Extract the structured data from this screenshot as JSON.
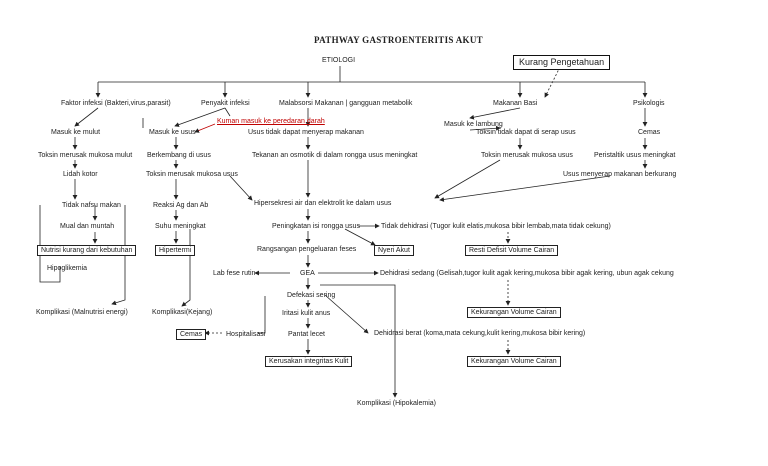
{
  "diagram": {
    "title": "PATHWAY GASTROENTERITIS AKUT",
    "etiologi": "ETIOLOGI",
    "kurang_pengetahuan": "Kurang Pengetahuan",
    "faktor_infeksi": "Faktor infeksi (Bakteri,virus,parasit)",
    "penyakit_infeksi": "Penyakit infeksi",
    "malabsorsi": "Malabsorsi Makanan | gangguan metabolik",
    "makanan_basi": "Makanan Basi",
    "psikologis": "Psikologis",
    "masuk_ke_mulut": "Masuk ke mulut",
    "kuman_masuk": "Kuman masuk ke peredaran darah",
    "masuk_ke_usus": "Masuk ke usus",
    "usus_tidak_dapat": "Usus tidak dapat menyerap makanan",
    "masuk_ke_lambung": "Masuk ke lambung",
    "toksin_tidak_diserap": "Toksin tidak dapat di serap usus",
    "cemas_psiko": "Cemas",
    "toksin_mulut": "Toksin merusak mukosa mulut",
    "berkembang": "Berkembang di usus",
    "tekanan_osmotik": "Tekanan an osmotik di dalam rongga usus meningkat",
    "toksin_mukosa_usus_right": "Toksin merusak mukosa usus",
    "peristaltik": "Peristaltik usus meningkat",
    "lidah_kotor": "Lidah kotor",
    "toksin_mukosa_usus_left": "Toksin merusak mukosa usus",
    "usus_menyerap": "Usus menyerap makanan berkurang",
    "hipersekresi": "Hipersekresi air dan elektrolit ke dalam usus",
    "tidak_nafsu": "Tidak nafsu makan",
    "reaksi_ag": "Reaksi Ag dan Ab",
    "mual": "Mual dan muntah",
    "suhu": "Suhu meningkat",
    "peningkatan": "Peningkatan isi rongga usus",
    "tidak_dehidrasi": "Tidak dehidrasi (Tugor kulit elatis,mukosa bibir lembab,mata tidak cekung)",
    "nutrisi": "Nutrisi kurang dari kebutuhan",
    "hipertermi": "Hipertermi",
    "rangsangan": "Rangsangan pengeluaran feses",
    "nyeri_akut": "Nyeri Akut",
    "resti": "Resti Defisit Volume Cairan",
    "hipoglikemia": "Hipoglikemia",
    "lab_fese": "Lab fese rutin",
    "gea": "GEA",
    "dehidrasi_sedang": "Dehidrasi sedang (Gelisah,tugor kulit agak kering,mukosa bibir agak kering, ubun agak cekung",
    "komplikasi_malnutrisi": "Komplikasi (Malnutrisi energi)",
    "defekasi": "Defekasi sering",
    "komplikasi_kejang": "Komplikasi(Kejang)",
    "iritasi": "Iritasi kulit anus",
    "kekurangan_1": "Kekurangan Volume Cairan",
    "cemas_box": "Cemas",
    "hospitalisasi": "Hospitalisasi",
    "pantat_lecet": "Pantat lecet",
    "dehidrasi_berat": "Dehidrasi berat (koma,mata cekung,kulit kering,mukosa bibir kering)",
    "kerusakan": "Kerusakan integritas Kulit",
    "kekurangan_2": "Kekurangan Volume Cairan",
    "komplikasi_hipokalemia": "Komplikasi (Hipokalemia)"
  }
}
